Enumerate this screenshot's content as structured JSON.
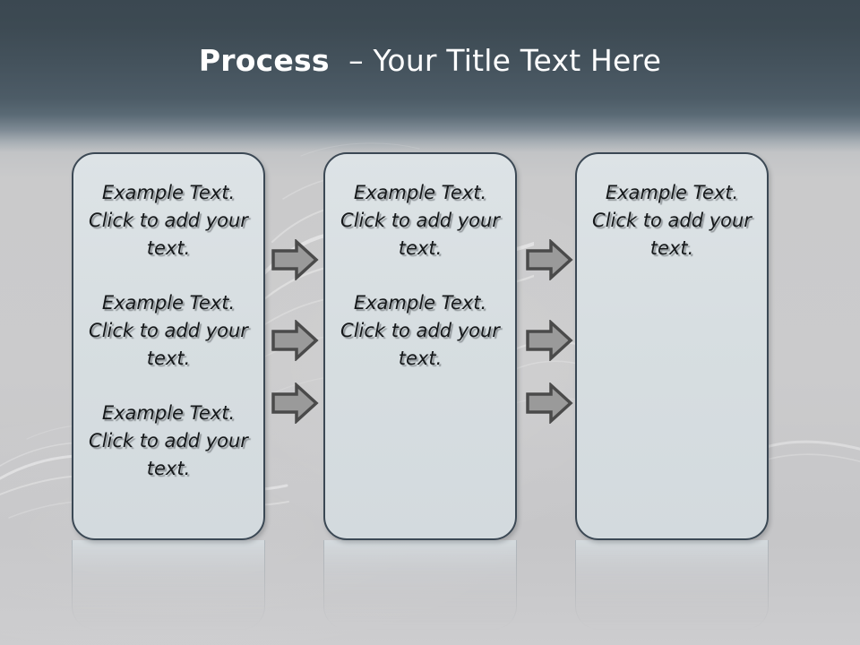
{
  "slide": {
    "title_strong": "Process",
    "title_rest": "– Your Title Text Here",
    "theme": {
      "header_top": "#3b4851",
      "header_bottom": "#5a6a75",
      "background": "#cacacb",
      "box_fill": "#d8dfe2",
      "box_border": "#3b4854",
      "arrow_fill": "#9a9a9a",
      "arrow_border": "#4a4a4a",
      "text_color": "#15181a",
      "title_color": "#ffffff"
    }
  },
  "boxes": [
    {
      "name": "process-box-1",
      "paragraphs": [
        "Example Text. Click  to add your text.",
        "Example Text. Click  to add your text.",
        "Example Text. Click  to add your text."
      ]
    },
    {
      "name": "process-box-2",
      "paragraphs": [
        "Example Text. Click  to add your text.",
        "Example Text. Click  to add your text."
      ]
    },
    {
      "name": "process-box-3",
      "paragraphs": [
        "Example Text. Click  to add your text."
      ]
    }
  ],
  "connectors": {
    "gap_1": {
      "icon": "right-arrow-icon",
      "count": 3
    },
    "gap_2": {
      "icon": "right-arrow-icon",
      "count": 3
    }
  }
}
